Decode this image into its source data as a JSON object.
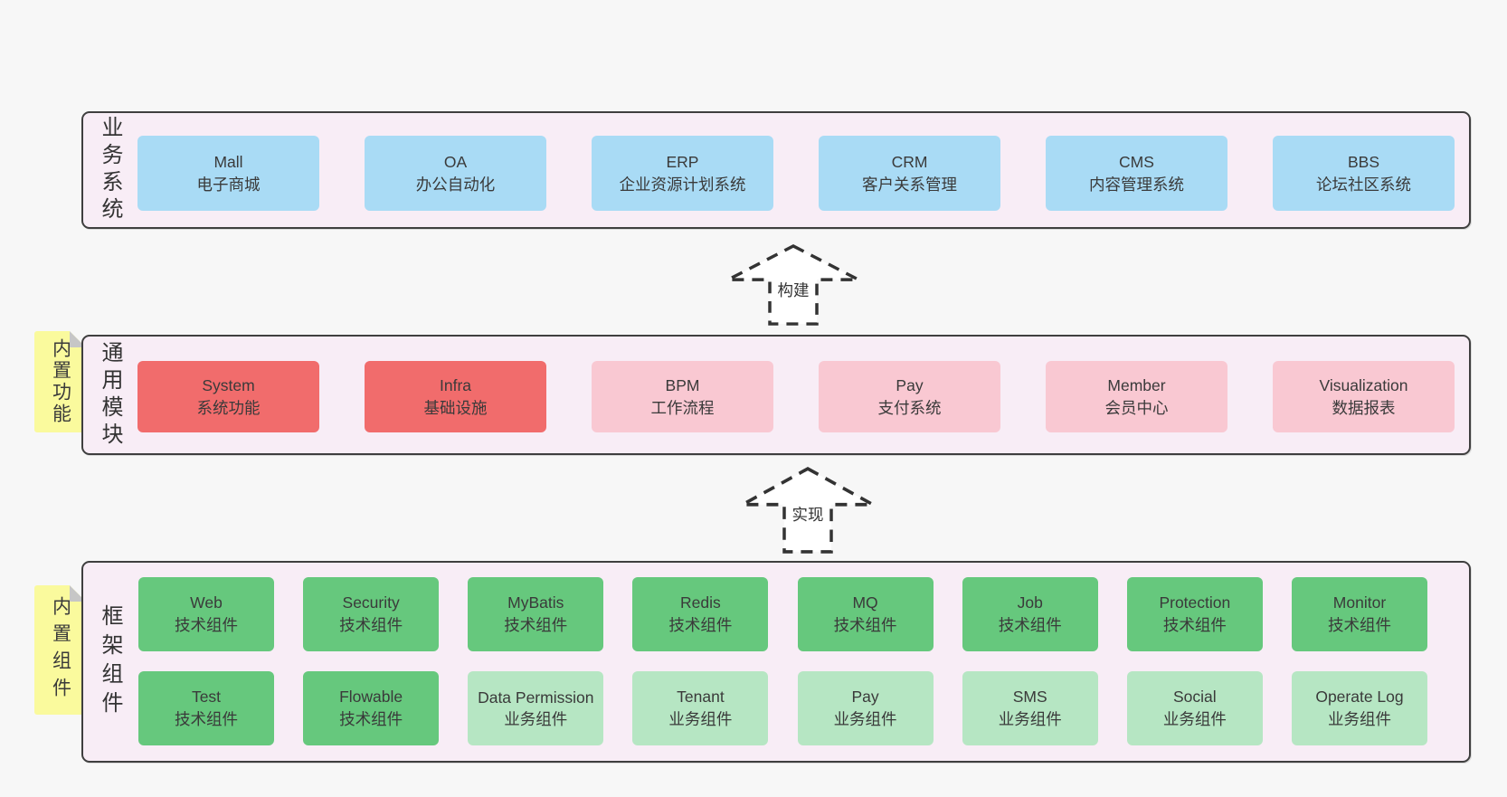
{
  "colors": {
    "page_bg": "#f7f7f7",
    "section_bg": "#f8edf6",
    "section_border": "#3f3f3f",
    "blue": "#a9dbf5",
    "red": "#f16c6c",
    "pink": "#f9c8d2",
    "green": "#66c87d",
    "green_light": "#b6e6c3",
    "sticky": "#fafa9d",
    "sticky_fold": "#c6c6c6",
    "arrow_stroke": "#333333",
    "text": "#3a3a3a"
  },
  "arrows": {
    "build_label": "构建",
    "implement_label": "实现"
  },
  "sections": {
    "business": {
      "side_label": "业务系统",
      "items": [
        {
          "name": "Mall",
          "desc": "电子商城"
        },
        {
          "name": "OA",
          "desc": "办公自动化"
        },
        {
          "name": "ERP",
          "desc": "企业资源计划系统"
        },
        {
          "name": "CRM",
          "desc": "客户关系管理"
        },
        {
          "name": "CMS",
          "desc": "内容管理系统"
        },
        {
          "name": "BBS",
          "desc": "论坛社区系统"
        }
      ]
    },
    "modules": {
      "side_label": "通用模块",
      "sticky_label": "内置功能",
      "items": [
        {
          "name": "System",
          "desc": "系统功能"
        },
        {
          "name": "Infra",
          "desc": "基础设施"
        },
        {
          "name": "BPM",
          "desc": "工作流程"
        },
        {
          "name": "Pay",
          "desc": "支付系统"
        },
        {
          "name": "Member",
          "desc": "会员中心"
        },
        {
          "name": "Visualization",
          "desc": "数据报表"
        }
      ]
    },
    "framework": {
      "side_label": "框架组件",
      "sticky_label": "内置组件",
      "row1": [
        {
          "name": "Web",
          "desc": "技术组件"
        },
        {
          "name": "Security",
          "desc": "技术组件"
        },
        {
          "name": "MyBatis",
          "desc": "技术组件"
        },
        {
          "name": "Redis",
          "desc": "技术组件"
        },
        {
          "name": "MQ",
          "desc": "技术组件"
        },
        {
          "name": "Job",
          "desc": "技术组件"
        },
        {
          "name": "Protection",
          "desc": "技术组件"
        },
        {
          "name": "Monitor",
          "desc": "技术组件"
        }
      ],
      "row2": [
        {
          "name": "Test",
          "desc": "技术组件"
        },
        {
          "name": "Flowable",
          "desc": "技术组件"
        },
        {
          "name": "Data Permission",
          "desc": "业务组件"
        },
        {
          "name": "Tenant",
          "desc": "业务组件"
        },
        {
          "name": "Pay",
          "desc": "业务组件"
        },
        {
          "name": "SMS",
          "desc": "业务组件"
        },
        {
          "name": "Social",
          "desc": "业务组件"
        },
        {
          "name": "Operate Log",
          "desc": "业务组件"
        }
      ]
    }
  }
}
